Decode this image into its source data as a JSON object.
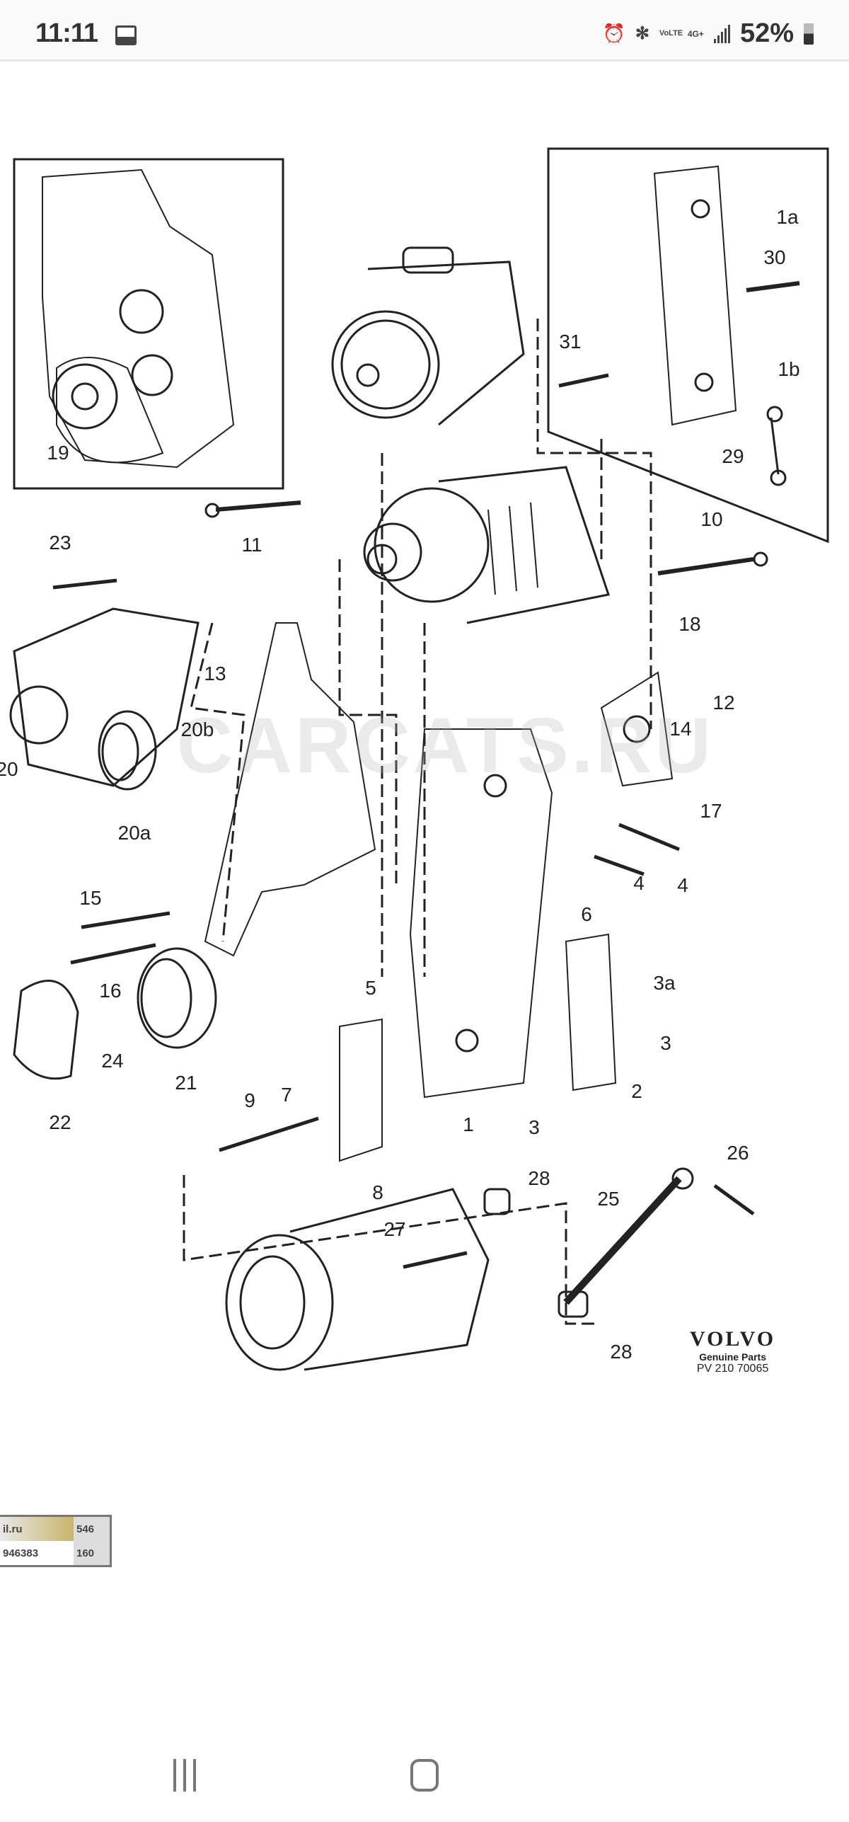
{
  "status_bar": {
    "time": "11:11",
    "battery": "52%",
    "volte": "VoLTE",
    "network": "4G+",
    "icons": [
      "gallery-icon",
      "alarm-icon",
      "bluetooth-icon",
      "volte-icon",
      "4g-icon",
      "signal-icon",
      "battery-icon"
    ]
  },
  "diagram": {
    "labels": [
      "19",
      "1a",
      "30",
      "31",
      "1b",
      "29",
      "11",
      "10",
      "23",
      "18",
      "13",
      "20b",
      "12",
      "14",
      "20",
      "17",
      "20a",
      "4",
      "4",
      "15",
      "6",
      "16",
      "5",
      "3a",
      "24",
      "21",
      "3",
      "7",
      "2",
      "9",
      "1",
      "3",
      "22",
      "26",
      "8",
      "28",
      "25",
      "27",
      "28"
    ],
    "brand": "VOLVO",
    "brand_sub": "Genuine Parts",
    "drawing_code": "PV 210 70065",
    "watermark": "CARCATS.RU"
  },
  "badge": {
    "site": "il.ru",
    "id": "946383",
    "n1": "546",
    "n2": "160"
  },
  "nav": {
    "buttons": [
      "recents",
      "home"
    ]
  }
}
